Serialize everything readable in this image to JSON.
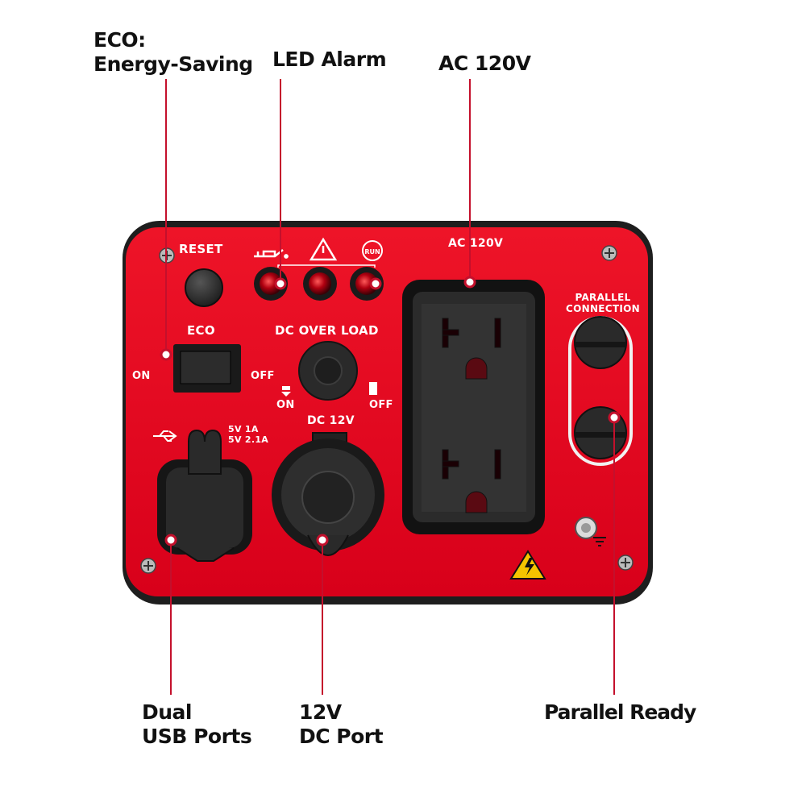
{
  "callouts": {
    "eco": {
      "line1": "ECO:",
      "line2": "Energy-Saving"
    },
    "led_alarm": "LED Alarm",
    "ac": "AC 120V",
    "usb": {
      "line1": "Dual",
      "line2": "USB Ports"
    },
    "dc": {
      "line1": "12V",
      "line2": "DC Port"
    },
    "parallel": "Parallel Ready"
  },
  "panel": {
    "reset": "RESET",
    "eco": "ECO",
    "eco_on": "ON",
    "eco_off": "OFF",
    "dc_overload": "DC OVER LOAD",
    "dc_on": "ON",
    "dc_off": "OFF",
    "ac": "AC 120V",
    "parallel_line1": "PARALLEL",
    "parallel_line2": "CONNECTION",
    "usb_rating1": "5V 1A",
    "usb_rating2": "5V 2.1A",
    "usb_logo": "USB",
    "dc12": "DC 12V",
    "run": "RUN"
  },
  "icons": [
    "oil-can-icon",
    "warning-icon",
    "run-icon",
    "usb-icon",
    "high-voltage-icon",
    "ground-terminal-icon"
  ],
  "colors": {
    "panel_red": "#e3001b",
    "leader": "#c4102c",
    "frame": "#222222"
  }
}
